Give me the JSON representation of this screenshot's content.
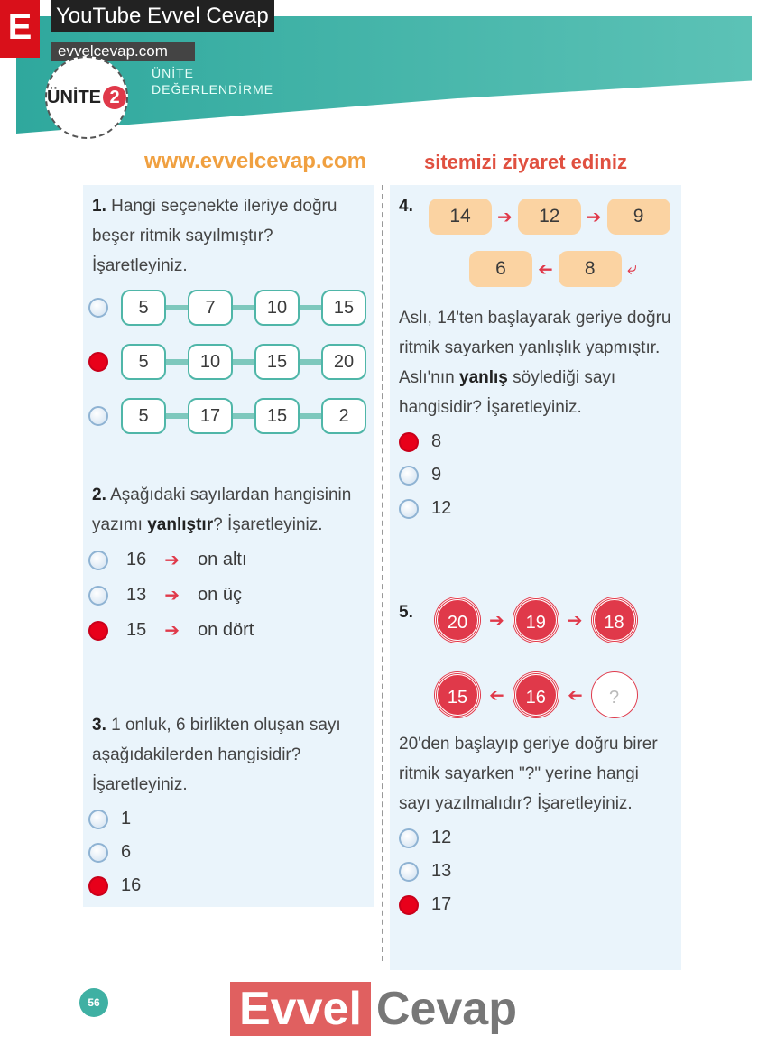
{
  "watermark": {
    "channel": "YouTube Evvel Cevap",
    "site": "evvelcevap.com",
    "logo_letter": "E",
    "diagonal_1": "www.evvelcevap.com",
    "diagonal_2": "sitemizi ziyaret ediniz",
    "brand_a": "Evvel",
    "brand_b": "Cevap"
  },
  "header": {
    "unit_word": "ÜNİTE",
    "unit_number": "2",
    "title_1": "ÜNİTE",
    "title_2": "DEĞERLENDİRME"
  },
  "q1": {
    "num": "1.",
    "text": "Hangi seçenekte ileriye doğru beşer ritmik sayılmıştır? İşaretleyiniz.",
    "options": [
      {
        "vals": [
          "5",
          "7",
          "10",
          "15"
        ],
        "selected": false
      },
      {
        "vals": [
          "5",
          "10",
          "15",
          "20"
        ],
        "selected": true
      },
      {
        "vals": [
          "5",
          "17",
          "15",
          "2"
        ],
        "selected": false
      }
    ]
  },
  "q2": {
    "num": "2.",
    "text_a": "Aşağıdaki sayılardan hangisinin yazımı ",
    "text_bold": "yanlıştır",
    "text_b": "? İşaretleyiniz.",
    "options": [
      {
        "num": "16",
        "word": "on altı",
        "selected": false
      },
      {
        "num": "13",
        "word": "on üç",
        "selected": false
      },
      {
        "num": "15",
        "word": "on dört",
        "selected": true
      }
    ]
  },
  "q3": {
    "num": "3.",
    "text": "1 onluk, 6 birlikten oluşan sayı aşağıdakilerden hangisidir? İşaretleyiniz.",
    "options": [
      {
        "label": "1",
        "selected": false
      },
      {
        "label": "6",
        "selected": false
      },
      {
        "label": "16",
        "selected": true
      }
    ]
  },
  "q4": {
    "num": "4.",
    "sequence": [
      "14",
      "12",
      "9",
      "8",
      "6"
    ],
    "text_a": "Aslı, 14'ten başlayarak geriye doğru ritmik sayarken yanlışlık yapmıştır. Aslı'nın ",
    "text_bold": "yanlış",
    "text_b": " söylediği sayı hangisidir? İşaretleyiniz.",
    "options": [
      {
        "label": "8",
        "selected": true
      },
      {
        "label": "9",
        "selected": false
      },
      {
        "label": "12",
        "selected": false
      }
    ]
  },
  "q5": {
    "num": "5.",
    "sequence": [
      "20",
      "19",
      "18",
      "?",
      "16",
      "15"
    ],
    "text": "20'den başlayıp geriye doğru birer ritmik sayarken \"?\" yerine hangi sayı yazılmalıdır? İşaretleyiniz.",
    "options": [
      {
        "label": "12",
        "selected": false
      },
      {
        "label": "13",
        "selected": false
      },
      {
        "label": "17",
        "selected": true
      }
    ]
  },
  "page_number": "56"
}
